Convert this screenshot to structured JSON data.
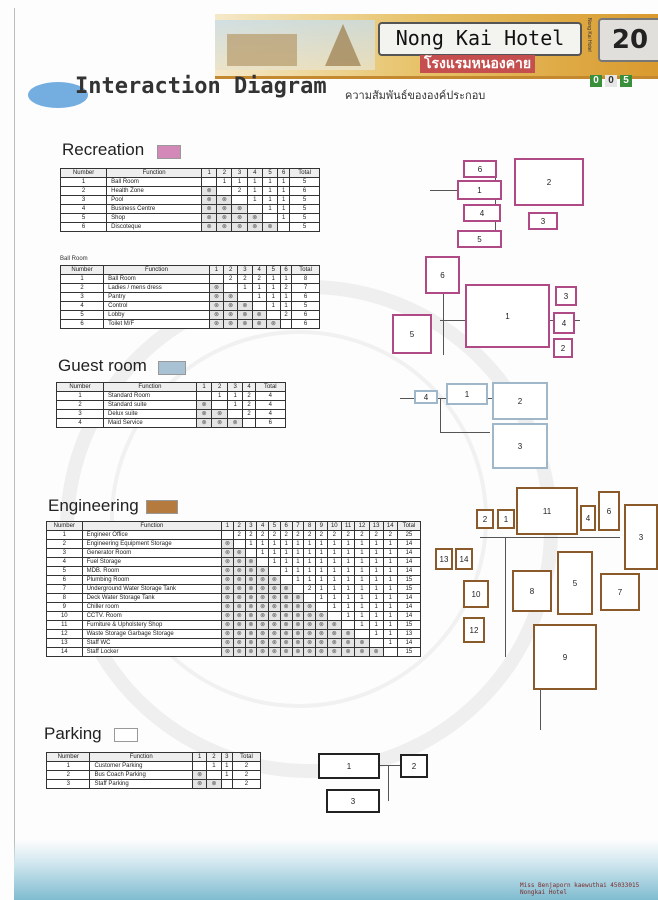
{
  "header": {
    "hotel_title": "Nong Kai Hotel",
    "page_number": "20",
    "thai_title": "โรงแรมหนองคาย",
    "pager": [
      "0",
      "0",
      "5"
    ],
    "vertical_tag": "Nong Kai Hotel"
  },
  "title": {
    "main": "Interaction Diagram",
    "thai": "ความสัมพันธ์ขององค์ประกอบ"
  },
  "colors": {
    "recreation": "#d289b7",
    "guest": "#a9c2d3",
    "engineering": "#b57a3d",
    "parking": "#ffffff",
    "pink_line": "#b04a86",
    "blue_line": "#9fb7c8",
    "brown_line": "#8a5a2b"
  },
  "recreation": {
    "title": "Recreation",
    "headers": [
      "Number",
      "Function",
      "1",
      "2",
      "3",
      "4",
      "5",
      "6",
      "Total"
    ],
    "rows": [
      [
        "1",
        "Ball Room",
        "",
        "1",
        "1",
        "1",
        "1",
        "1",
        "5"
      ],
      [
        "2",
        "Health Zone",
        "x",
        "",
        "2",
        "1",
        "1",
        "1",
        "6"
      ],
      [
        "3",
        "Pool",
        "x",
        "x",
        "",
        "1",
        "1",
        "1",
        "5"
      ],
      [
        "4",
        "Business Centre",
        "x",
        "x",
        "x",
        "",
        "1",
        "1",
        "5"
      ],
      [
        "5",
        "Shop",
        "x",
        "x",
        "x",
        "x",
        "",
        "1",
        "5"
      ],
      [
        "6",
        "Discoteque",
        "x",
        "x",
        "x",
        "x",
        "x",
        "",
        "5"
      ]
    ]
  },
  "ballroom": {
    "label": "Ball Room",
    "headers": [
      "Number",
      "Function",
      "1",
      "2",
      "3",
      "4",
      "5",
      "6",
      "Total"
    ],
    "rows": [
      [
        "1",
        "Ball Room",
        "",
        "2",
        "2",
        "2",
        "1",
        "1",
        "8"
      ],
      [
        "2",
        "Ladies / mens dress",
        "x",
        "",
        "1",
        "1",
        "1",
        "2",
        "7"
      ],
      [
        "3",
        "Pantry",
        "x",
        "x",
        "",
        "1",
        "1",
        "1",
        "6"
      ],
      [
        "4",
        "Control",
        "x",
        "x",
        "x",
        "",
        "1",
        "1",
        "5"
      ],
      [
        "5",
        "Lobby",
        "x",
        "x",
        "x",
        "x",
        "",
        "2",
        "6"
      ],
      [
        "6",
        "Toilet M/F",
        "x",
        "x",
        "x",
        "x",
        "x",
        "",
        "6"
      ]
    ]
  },
  "guest": {
    "title": "Guest room",
    "headers": [
      "Number",
      "Function",
      "1",
      "2",
      "3",
      "4",
      "Total"
    ],
    "rows": [
      [
        "1",
        "Standard Room",
        "",
        "1",
        "1",
        "2",
        "4"
      ],
      [
        "2",
        "Standard suite",
        "x",
        "",
        "1",
        "2",
        "4"
      ],
      [
        "3",
        "Delux suite",
        "x",
        "x",
        "",
        "2",
        "4"
      ],
      [
        "4",
        "Maid Service",
        "x",
        "x",
        "x",
        "",
        "6"
      ]
    ]
  },
  "engineering": {
    "title": "Engineering",
    "headers": [
      "Number",
      "Function",
      "1",
      "2",
      "3",
      "4",
      "5",
      "6",
      "7",
      "8",
      "9",
      "10",
      "11",
      "12",
      "13",
      "14",
      "Total"
    ],
    "rows": [
      [
        "1",
        "Engineer Office",
        "",
        "2",
        "2",
        "2",
        "2",
        "2",
        "2",
        "2",
        "2",
        "2",
        "2",
        "2",
        "2",
        "2",
        "25"
      ],
      [
        "2",
        "Engineering Equipment Storage",
        "x",
        "",
        "1",
        "1",
        "1",
        "1",
        "1",
        "1",
        "1",
        "1",
        "1",
        "1",
        "1",
        "1",
        "14"
      ],
      [
        "3",
        "Generator Room",
        "x",
        "x",
        "",
        "1",
        "1",
        "1",
        "1",
        "1",
        "1",
        "1",
        "1",
        "1",
        "1",
        "1",
        "14"
      ],
      [
        "4",
        "Fuel Storage",
        "x",
        "x",
        "x",
        "",
        "1",
        "1",
        "1",
        "1",
        "1",
        "1",
        "1",
        "1",
        "1",
        "1",
        "14"
      ],
      [
        "5",
        "MDB. Room",
        "x",
        "x",
        "x",
        "x",
        "",
        "1",
        "1",
        "1",
        "1",
        "1",
        "1",
        "1",
        "1",
        "1",
        "14"
      ],
      [
        "6",
        "Plumbing Room",
        "x",
        "x",
        "x",
        "x",
        "x",
        "",
        "1",
        "1",
        "1",
        "1",
        "1",
        "1",
        "1",
        "1",
        "15"
      ],
      [
        "7",
        "Underground Water Storage Tank",
        "x",
        "x",
        "x",
        "x",
        "x",
        "x",
        "",
        "2",
        "1",
        "1",
        "1",
        "1",
        "1",
        "1",
        "15"
      ],
      [
        "8",
        "Deck Water Storage Tank",
        "x",
        "x",
        "x",
        "x",
        "x",
        "x",
        "x",
        "",
        "1",
        "1",
        "1",
        "1",
        "1",
        "1",
        "14"
      ],
      [
        "9",
        "Chiller room",
        "x",
        "x",
        "x",
        "x",
        "x",
        "x",
        "x",
        "x",
        "",
        "1",
        "1",
        "1",
        "1",
        "1",
        "14"
      ],
      [
        "10",
        "CCTV. Room",
        "x",
        "x",
        "x",
        "x",
        "x",
        "x",
        "x",
        "x",
        "x",
        "",
        "1",
        "1",
        "1",
        "1",
        "14"
      ],
      [
        "11",
        "Furniture & Upholstery Shop",
        "x",
        "x",
        "x",
        "x",
        "x",
        "x",
        "x",
        "x",
        "x",
        "x",
        "",
        "1",
        "1",
        "1",
        "15"
      ],
      [
        "12",
        "Waste Storage Garbage Storage",
        "x",
        "x",
        "x",
        "x",
        "x",
        "x",
        "x",
        "x",
        "x",
        "x",
        "x",
        "",
        "1",
        "1",
        "13"
      ],
      [
        "13",
        "Staff WC",
        "x",
        "x",
        "x",
        "x",
        "x",
        "x",
        "x",
        "x",
        "x",
        "x",
        "x",
        "x",
        "",
        "1",
        "14"
      ],
      [
        "14",
        "Staff Locker",
        "x",
        "x",
        "x",
        "x",
        "x",
        "x",
        "x",
        "x",
        "x",
        "x",
        "x",
        "x",
        "x",
        "",
        "15"
      ]
    ]
  },
  "parking": {
    "title": "Parking",
    "headers": [
      "Number",
      "Function",
      "1",
      "2",
      "3",
      "Total"
    ],
    "rows": [
      [
        "1",
        "Customer Parking",
        "",
        "1",
        "1",
        "2"
      ],
      [
        "2",
        "Bus Coach Parking",
        "x",
        "",
        "1",
        "2"
      ],
      [
        "3",
        "Staff Parking",
        "x",
        "x",
        "",
        "2"
      ]
    ]
  },
  "diagrams": {
    "recreation": [
      "6",
      "1",
      "2",
      "4",
      "3",
      "5"
    ],
    "ballroom": [
      "6",
      "1",
      "3",
      "4",
      "2",
      "5"
    ],
    "guest": [
      "4",
      "1",
      "2",
      "3"
    ],
    "engineering": [
      "2",
      "1",
      "11",
      "4",
      "6",
      "3",
      "13",
      "14",
      "10",
      "8",
      "5",
      "7",
      "12",
      "9"
    ],
    "parking": [
      "1",
      "2",
      "3"
    ]
  },
  "footer": {
    "line1": "Miss Benjaporn kaewuthai 45033015",
    "line2": "Nongkai Hotel"
  }
}
